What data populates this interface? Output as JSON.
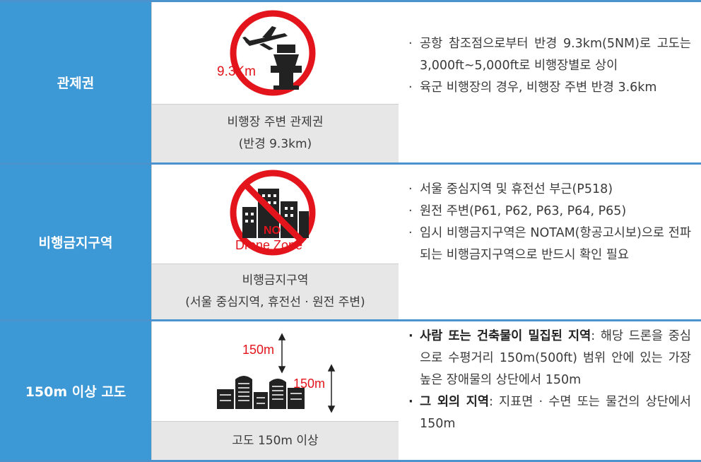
{
  "rows": [
    {
      "header": "관제권",
      "icon_name": "control-tower-no-fly-icon",
      "icon_label": "9.3Km",
      "caption_lines": [
        "비행장 주변 관제권",
        "(반경 9.3km)"
      ],
      "bullets": [
        {
          "bold": "",
          "text": "공항 참조점으로부터 반경 9.3km(5NM)로 고도는 3,000ft~5,000ft로 비행장별로 상이"
        },
        {
          "bold": "",
          "text": "육군 비행장의 경우, 비행장 주변 반경 3.6km"
        }
      ]
    },
    {
      "header": "비행금지구역",
      "icon_name": "no-drone-zone-icon",
      "icon_label_top": "NO",
      "icon_label_bottom": "Drone Zone",
      "caption_lines": [
        "비행금지구역",
        "(서울 중심지역, 휴전선 · 원전 주변)"
      ],
      "bullets": [
        {
          "bold": "",
          "text": "서울 중심지역 및 휴전선 부근(P518)"
        },
        {
          "bold": "",
          "text": "원전 주변(P61, P62, P63, P64, P65)"
        },
        {
          "bold": "",
          "text": "임시 비행금지구역은 NOTAM(항공고시보)으로 전파되는 비행금지구역으로 반드시 확인 필요"
        }
      ]
    },
    {
      "header": "150m 이상 고도",
      "icon_name": "altitude-buildings-icon",
      "icon_label_a": "150m",
      "icon_label_b": "150m",
      "caption_lines": [
        "고도 150m 이상"
      ],
      "bullets": [
        {
          "bold": "사람 또는 건축물이 밀집된 지역",
          "text": ": 해당 드론을 중심으로 수평거리 150m(500ft) 범위 안에 있는 가장 높은 장애물의 상단에서 150m"
        },
        {
          "bold": "그 외의 지역",
          "text": ": 지표면 · 수면 또는 물건의 상단에서 150m"
        }
      ]
    }
  ],
  "colors": {
    "header_bg": "#3d98d6",
    "divider": "#4a93cf",
    "caption_bg": "#e7e7e7",
    "prohibition_red": "#e3141c",
    "icon_dark": "#222222"
  }
}
